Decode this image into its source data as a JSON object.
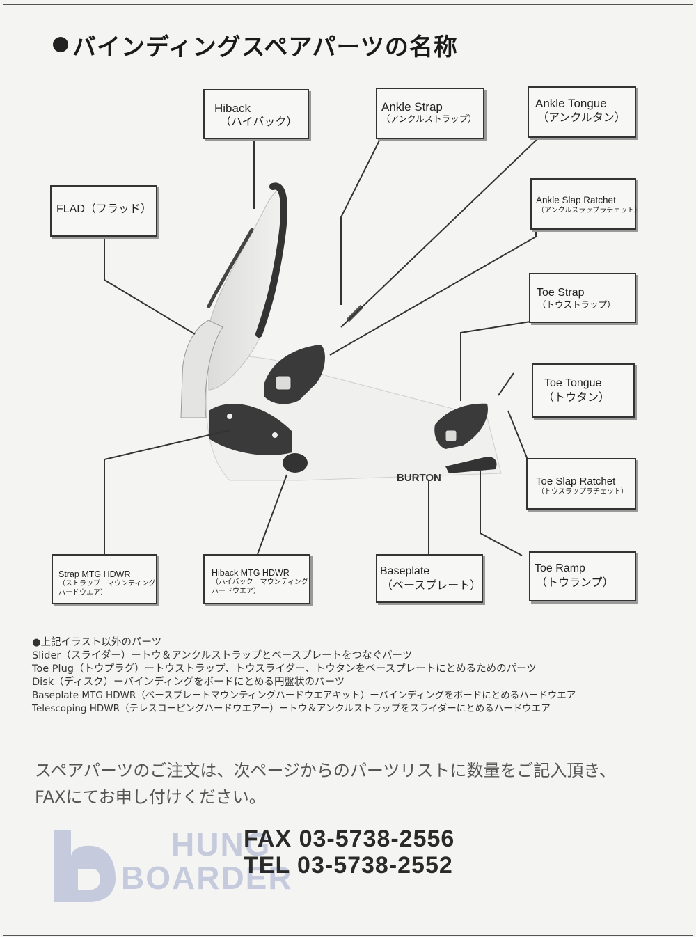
{
  "title": "バインディングスペアパーツの名称",
  "labels": {
    "hiback": {
      "en": "Hiback",
      "jp": "（ハイバック）"
    },
    "ankle_strap": {
      "en": "Ankle Strap",
      "jp": "（アンクルストラップ）"
    },
    "ankle_tongue": {
      "en": "Ankle Tongue",
      "jp": "（アンクルタン）"
    },
    "flad": {
      "en": "FLAD（フラッド）"
    },
    "ankle_slap_ratchet": {
      "en": "Ankle Slap Ratchet",
      "jp": "（アンクルスラップラチェット）"
    },
    "toe_strap": {
      "en": "Toe Strap",
      "jp": "（トウストラップ）"
    },
    "toe_tongue": {
      "en": "Toe Tongue",
      "jp": "（トウタン）"
    },
    "toe_slap_ratchet": {
      "en": "Toe Slap Ratchet",
      "jp": "（トウスラップラチェット）"
    },
    "strap_mtg": {
      "en": "Strap MTG HDWR",
      "jp1": "（ストラップ　マウンティング",
      "jp2": "ハードウエア）"
    },
    "hiback_mtg": {
      "en": "Hiback MTG HDWR",
      "jp1": "（ハイバック　マウンティング",
      "jp2": "ハードウエア）"
    },
    "baseplate": {
      "en": "Baseplate",
      "jp": "（ベースプレート）"
    },
    "toe_ramp": {
      "en": "Toe Ramp",
      "jp": "（トウランプ）"
    }
  },
  "brand": "BURTON",
  "notes": {
    "heading": "●上記イラスト以外のパーツ",
    "lines": [
      "Slider（スライダー）ートウ＆アンクルストラップとベースプレートをつなぐパーツ",
      "Toe Plug（トウプラグ）ートウストラップ、トウスライダー、トウタンをベースプレートにとめるためのパーツ",
      "Disk（ディスク）ーバインディングをボードにとめる円盤状のパーツ",
      "Baseplate MTG HDWR（ベースプレートマウンティングハードウエアキット）ーバインディングをボードにとめるハードウエア",
      "Telescoping HDWR（テレスコーピングハードウエアー）ートウ＆アンクルストラップをスライダーにとめるハードウエア"
    ]
  },
  "order": {
    "line1": "スペアパーツのご注文は、次ページからのパーツリストに数量をご記入頂き、",
    "line2": "FAXにてお申し付けください。"
  },
  "contact": {
    "fax": "FAX 03-5738-2556",
    "tel": "TEL 03-5738-2552"
  },
  "watermark": {
    "line1": "HUNG",
    "line2": "BOARDER",
    "color": "#6f7fb8"
  }
}
